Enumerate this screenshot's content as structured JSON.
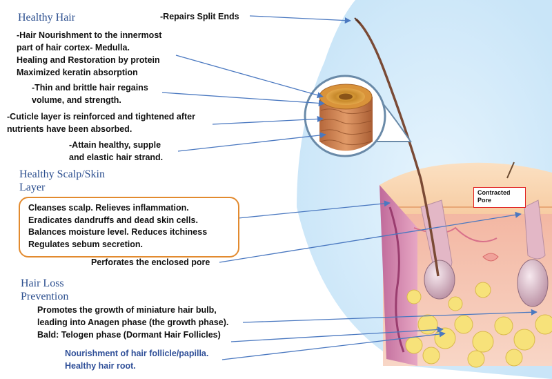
{
  "sections": {
    "hair": "Healthy Hair",
    "scalp_line1": "Healthy Scalp/Skin",
    "scalp_line2": "Layer",
    "loss_line1": "Hair Loss",
    "loss_line2": "Prevention"
  },
  "labels": {
    "split_ends": "-Repairs Split Ends",
    "nourish_1": "-Hair Nourishment to the innermost",
    "nourish_2": "part of hair cortex- Medulla.",
    "nourish_3": "Healing and Restoration by protein",
    "nourish_4": "Maximized keratin absorption",
    "volume_1": "-Thin and brittle hair regains",
    "volume_2": "volume, and strength.",
    "cuticle_1": "-Cuticle layer is reinforced and tightened after",
    "cuticle_2": "nutrients have been absorbed.",
    "supple_1": "-Attain healthy, supple",
    "supple_2": "and elastic hair strand.",
    "pore": "Perforates the enclosed pore",
    "growth_1": "Promotes the growth of miniature hair bulb,",
    "growth_2": "leading into Anagen phase (the growth phase).",
    "growth_3": "Bald: Telogen phase (Dormant Hair Follicles)",
    "follicle_1": "Nourishment of hair follicle/papilla.",
    "follicle_2": "Healthy hair root."
  },
  "scalp_box": {
    "line1": "Cleanses scalp.  Relieves inflammation.",
    "line2": "Eradicates dandruffs and dead skin cells.",
    "line3": "Balances moisture level.  Reduces itchiness",
    "line4": "Regulates sebum secretion."
  },
  "callout": {
    "line1": "Contracted",
    "line2": "Pore"
  },
  "colors": {
    "heading": "#2c4f8f",
    "arrow": "#4a78c0",
    "box_border": "#e28a2e",
    "callout_border": "#e02020",
    "background_glow": "#d6ecfa"
  }
}
